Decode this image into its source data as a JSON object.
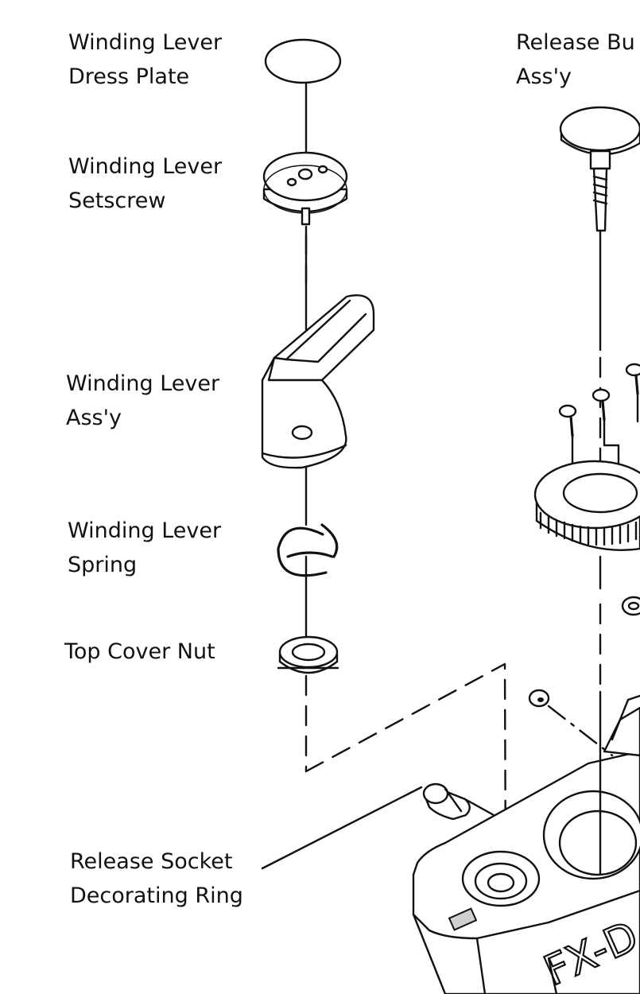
{
  "labels": {
    "dress_plate": [
      "Winding Lever",
      "Dress Plate"
    ],
    "setscrew": [
      "Winding Lever",
      "Setscrew"
    ],
    "lever_assy": [
      "Winding Lever",
      "Ass'y"
    ],
    "spring": [
      "Winding Lever",
      "Spring"
    ],
    "nut": "Top Cover Nut",
    "release_button": [
      "Release Bu",
      "Ass'y"
    ],
    "socket_ring": [
      "Release Socket",
      "Decorating Ring"
    ],
    "body_mark": "FX-D"
  },
  "colors": {
    "ink": "#111111",
    "paper": "#ffffff"
  }
}
